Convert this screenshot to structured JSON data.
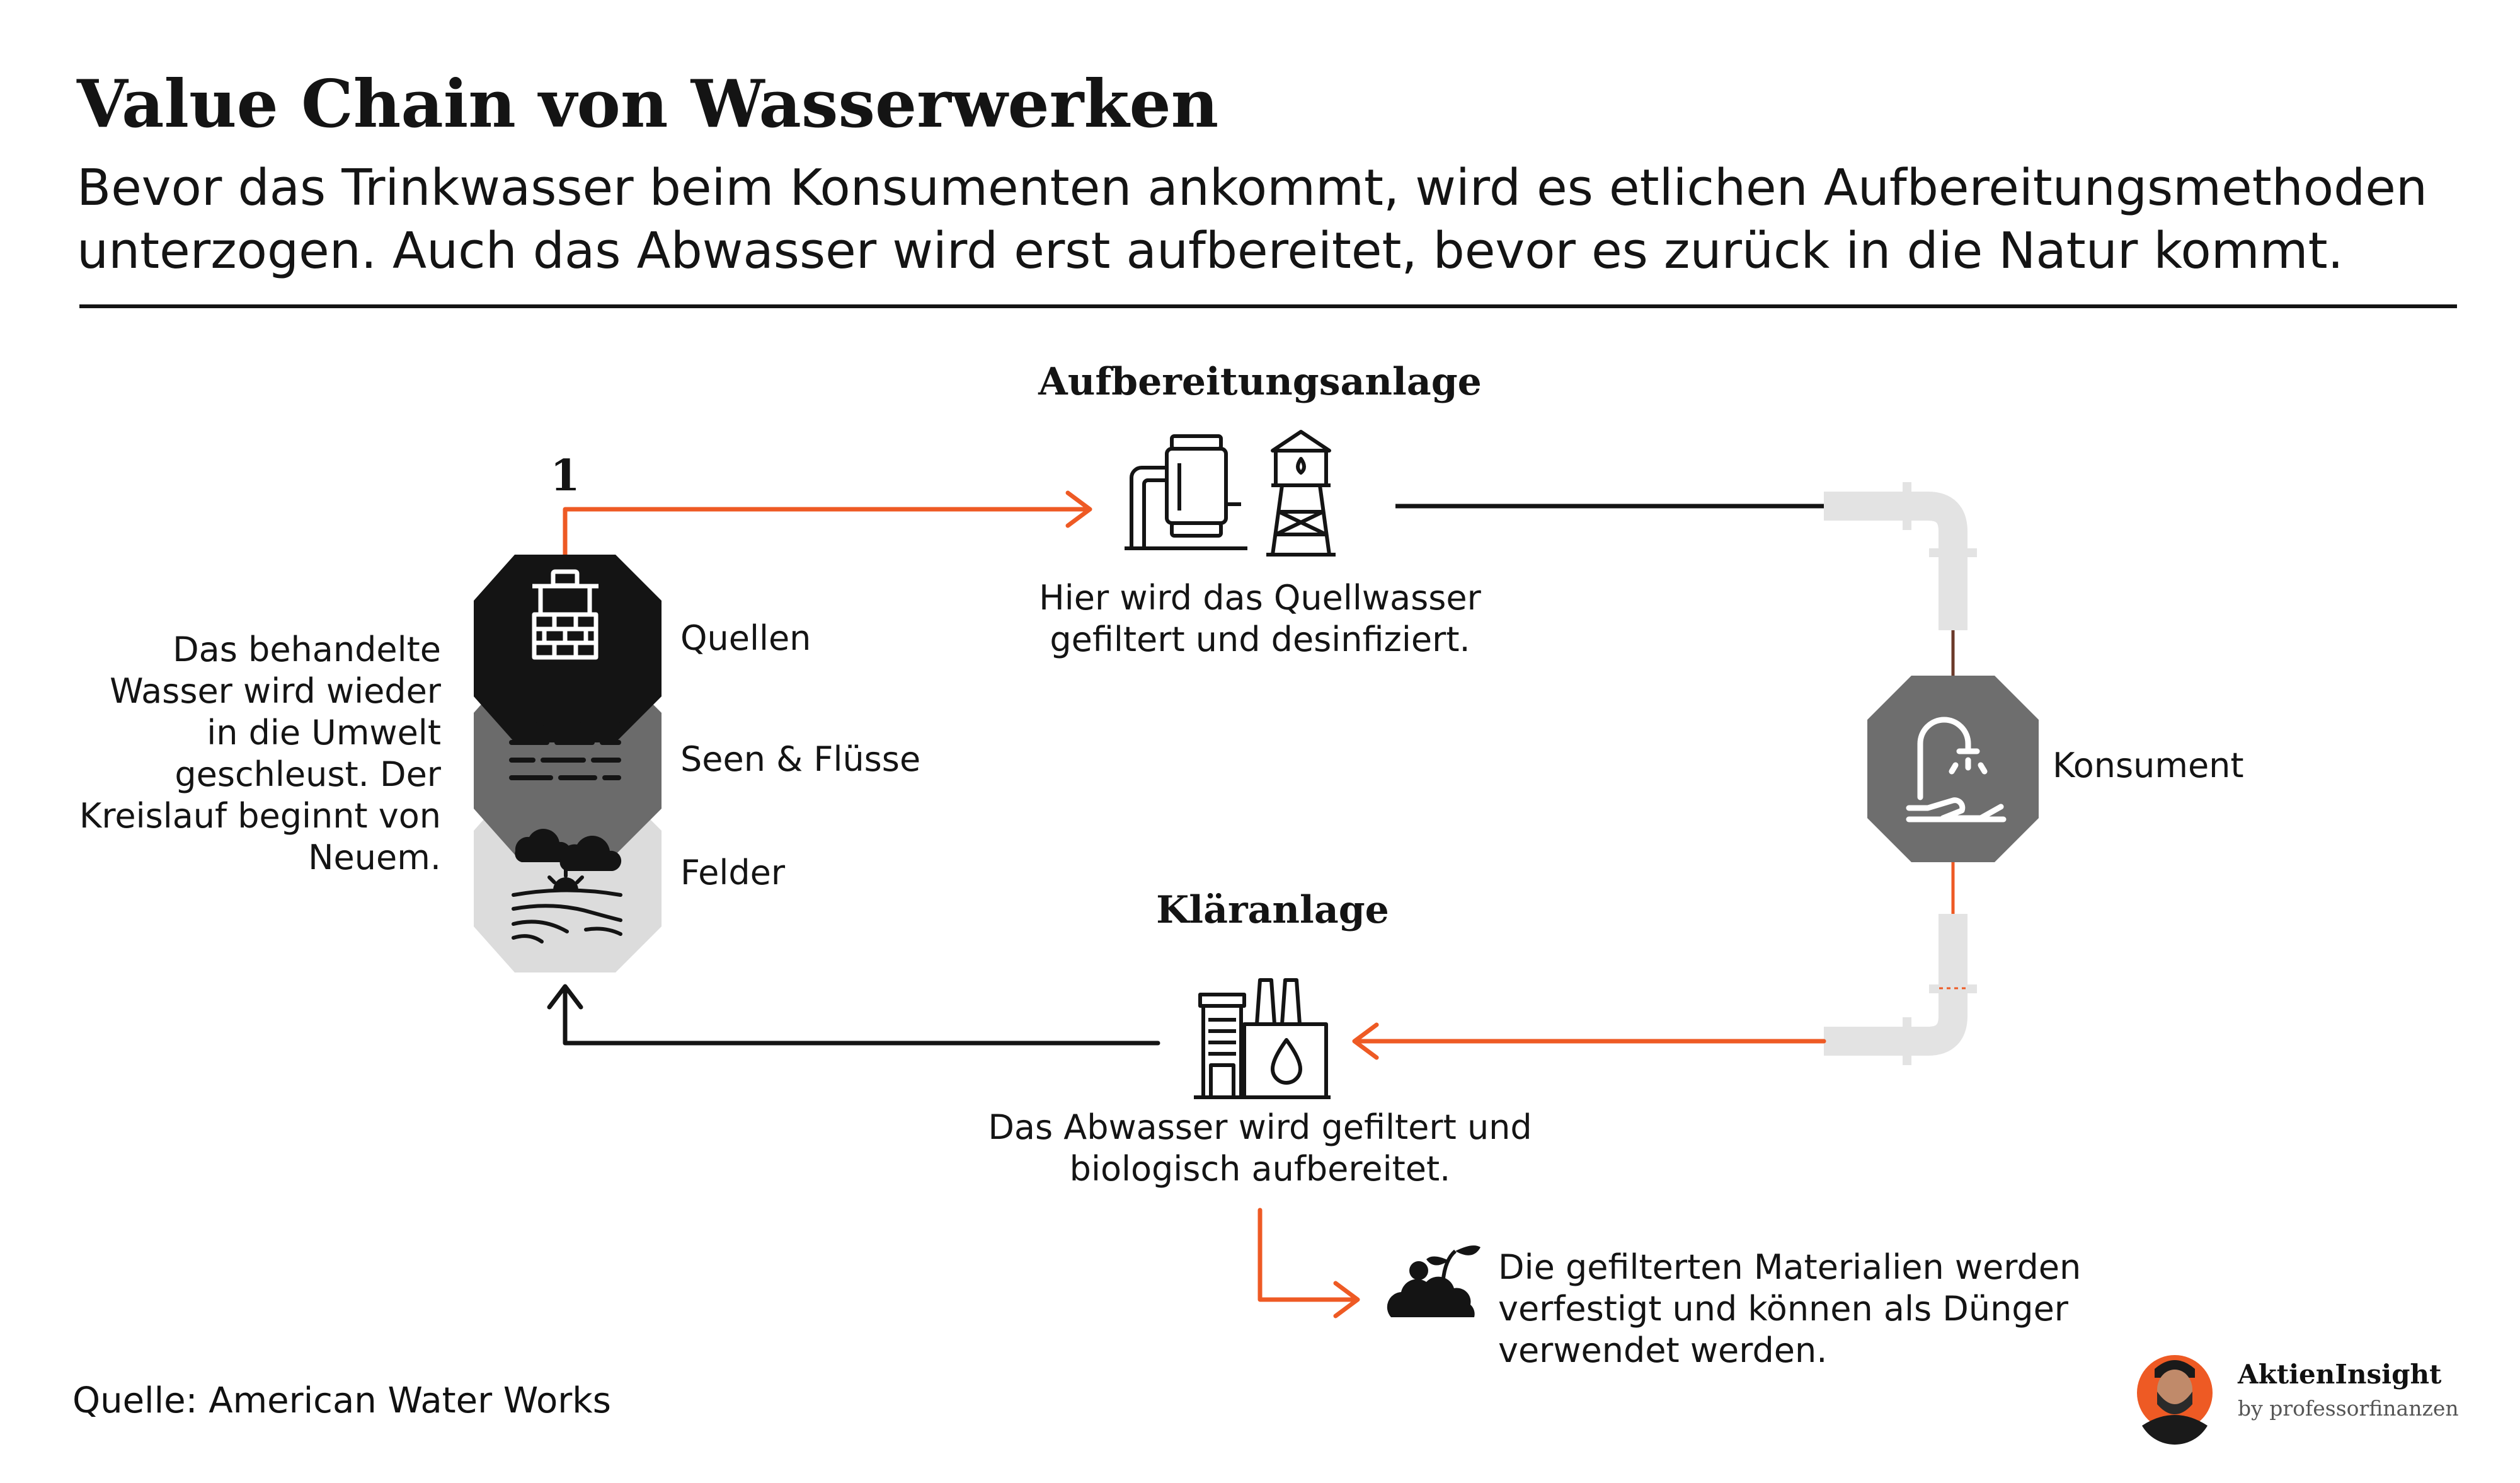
{
  "header": {
    "title": "Value Chain von Wasserwerken",
    "subtitle": "Bevor das Trinkwasser beim Konsumenten ankommt, wird es etlichen Aufbereitungsmethoden unterzogen. Auch das Abwasser wird erst aufbereitet, bevor es zurück in die Natur kommt."
  },
  "diagram": {
    "step_number": "1",
    "sources": {
      "quellen": "Quellen",
      "seen": "Seen & Flüsse",
      "felder": "Felder",
      "return_note": "Das behandelte Wasser wird wieder in die Umwelt geschleust. Der Kreislauf beginnt von Neuem."
    },
    "treatment": {
      "title": "Aufbereitungsanlage",
      "desc": "Hier wird das Quellwasser gefiltert und desinfiziert."
    },
    "consumer": {
      "label": "Konsument"
    },
    "wastewater": {
      "title": "Kläranlage",
      "desc": "Das Abwasser wird gefiltert und biologisch aufbereitet."
    },
    "fertilizer": {
      "desc": "Die gefilterten Materialien werden verfestigt und können als Dünger verwendet werden."
    },
    "icons": {
      "well": "well-icon",
      "waves": "waves-icon",
      "field": "field-icon",
      "plant": "treatment-plant-icon",
      "tower": "water-tower-icon",
      "faucet": "faucet-hand-icon",
      "factory": "factory-icon",
      "soil": "soil-sprout-icon"
    }
  },
  "footer": {
    "source": "Quelle: American Water Works",
    "brand": "AktienInsight",
    "brand_by": "by professorfinanzen"
  },
  "colors": {
    "accent": "#ee5a24",
    "dark": "#141414",
    "hex_dark": "#141414",
    "hex_mid": "#6b6b6b",
    "hex_light": "#dcdcdc",
    "consumer": "#6e6e6e",
    "pipe": "#e3e3e3"
  }
}
